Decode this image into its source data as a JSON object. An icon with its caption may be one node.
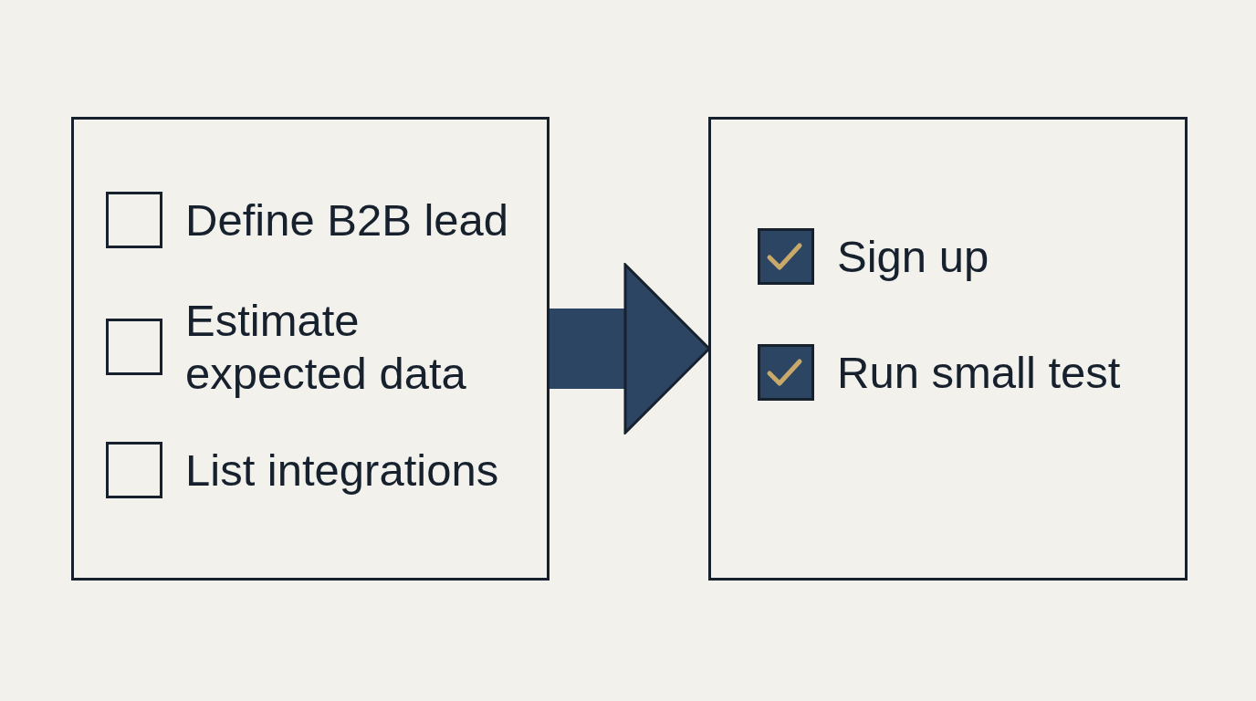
{
  "diagram": {
    "nodes": [
      {
        "text": [],
        "shape": "box"
      },
      {
        "text": [
          "Define B2B lead"
        ],
        "in": 0
      },
      {
        "text": [
          "Estimate expected data"
        ],
        "in": 0
      },
      {
        "text": [
          "List integrations"
        ],
        "in": 0
      },
      {
        "text": [],
        "shape": "box"
      },
      {
        "text": [
          "Sign up"
        ],
        "in": 4
      },
      {
        "text": [
          "Run small test"
        ],
        "in": 4
      }
    ],
    "edges": [
      {
        "from": 0,
        "to": 4,
        "arrow": "to"
      }
    ]
  }
}
